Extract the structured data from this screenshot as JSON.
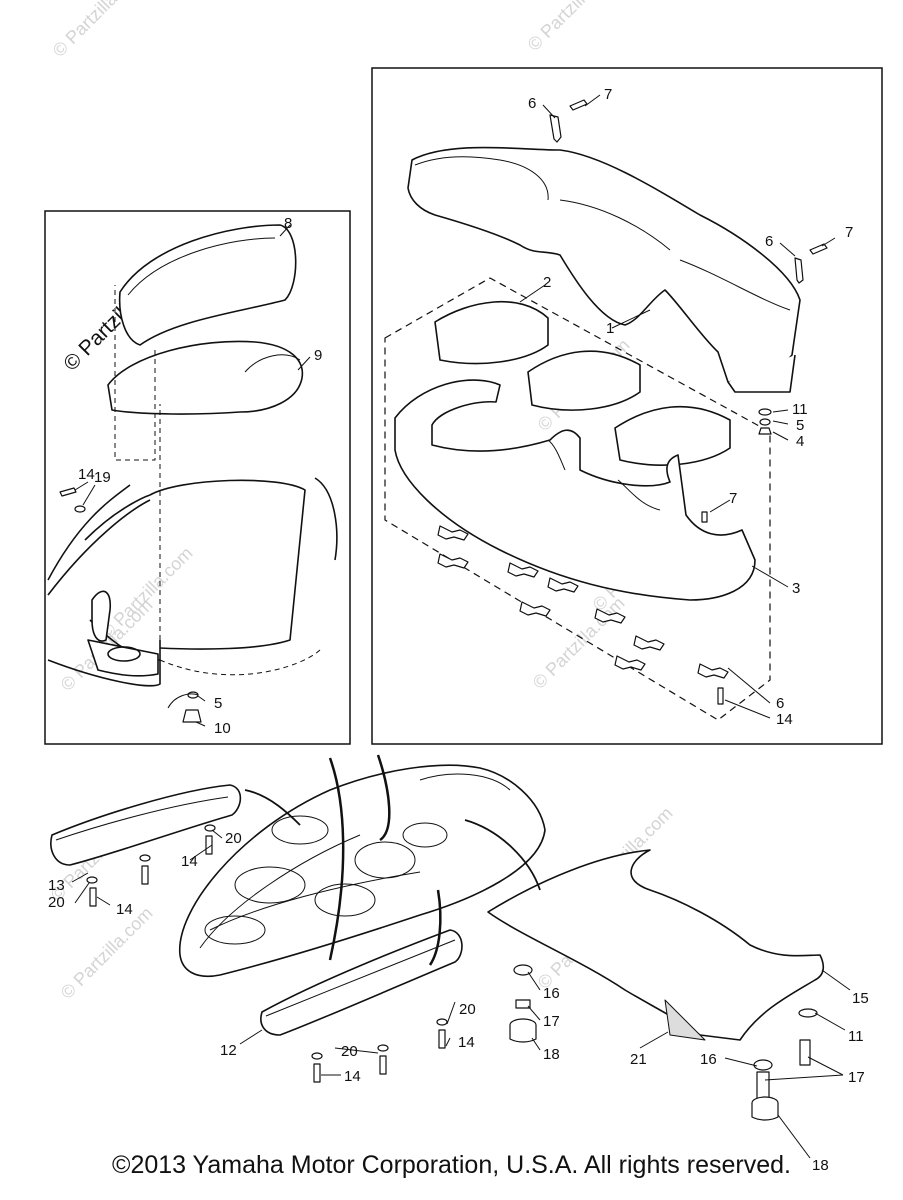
{
  "watermark": "© Partzilla.com",
  "copyright": "©2013 Yamaha Motor Corporation, U.S.A. All rights reserved.",
  "callouts": [
    {
      "id": "c7a",
      "label": "7"
    },
    {
      "id": "c6a",
      "label": "6"
    },
    {
      "id": "c8",
      "label": "8"
    },
    {
      "id": "c9",
      "label": "9"
    },
    {
      "id": "c6b",
      "label": "6"
    },
    {
      "id": "c7b",
      "label": "7"
    },
    {
      "id": "c2",
      "label": "2"
    },
    {
      "id": "c1",
      "label": "1"
    },
    {
      "id": "c11a",
      "label": "11"
    },
    {
      "id": "c5a",
      "label": "5"
    },
    {
      "id": "c4",
      "label": "4"
    },
    {
      "id": "c14a",
      "label": "14"
    },
    {
      "id": "c19",
      "label": "19"
    },
    {
      "id": "c7c",
      "label": "7"
    },
    {
      "id": "c3",
      "label": "3"
    },
    {
      "id": "c6c",
      "label": "6"
    },
    {
      "id": "c14b",
      "label": "14"
    },
    {
      "id": "c5b",
      "label": "5"
    },
    {
      "id": "c10",
      "label": "10"
    },
    {
      "id": "c20a",
      "label": "20"
    },
    {
      "id": "c14c",
      "label": "14"
    },
    {
      "id": "c13",
      "label": "13"
    },
    {
      "id": "c20b",
      "label": "20"
    },
    {
      "id": "c14d",
      "label": "14"
    },
    {
      "id": "c16a",
      "label": "16"
    },
    {
      "id": "c17a",
      "label": "17"
    },
    {
      "id": "c18a",
      "label": "18"
    },
    {
      "id": "c15",
      "label": "15"
    },
    {
      "id": "c11b",
      "label": "11"
    },
    {
      "id": "c20c",
      "label": "20"
    },
    {
      "id": "c14e",
      "label": "14"
    },
    {
      "id": "c12",
      "label": "12"
    },
    {
      "id": "c20d",
      "label": "20"
    },
    {
      "id": "c14f",
      "label": "14"
    },
    {
      "id": "c21",
      "label": "21"
    },
    {
      "id": "c16b",
      "label": "16"
    },
    {
      "id": "c17b",
      "label": "17"
    },
    {
      "id": "c18b",
      "label": "18"
    }
  ]
}
